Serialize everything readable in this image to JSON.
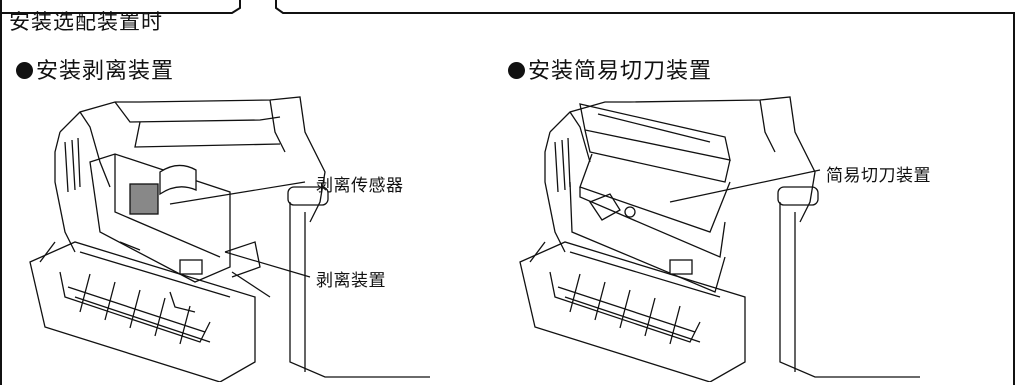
{
  "heading": "安装选配装置时",
  "left_panel": {
    "title": "安装剥离装置",
    "callouts": [
      "剥离传感器",
      "剥离装置"
    ]
  },
  "right_panel": {
    "title": "安装简易切刀装置",
    "callouts": [
      "简易切刀装置"
    ]
  },
  "icons": [
    "bullet-dot-icon",
    "printer-illustration"
  ]
}
